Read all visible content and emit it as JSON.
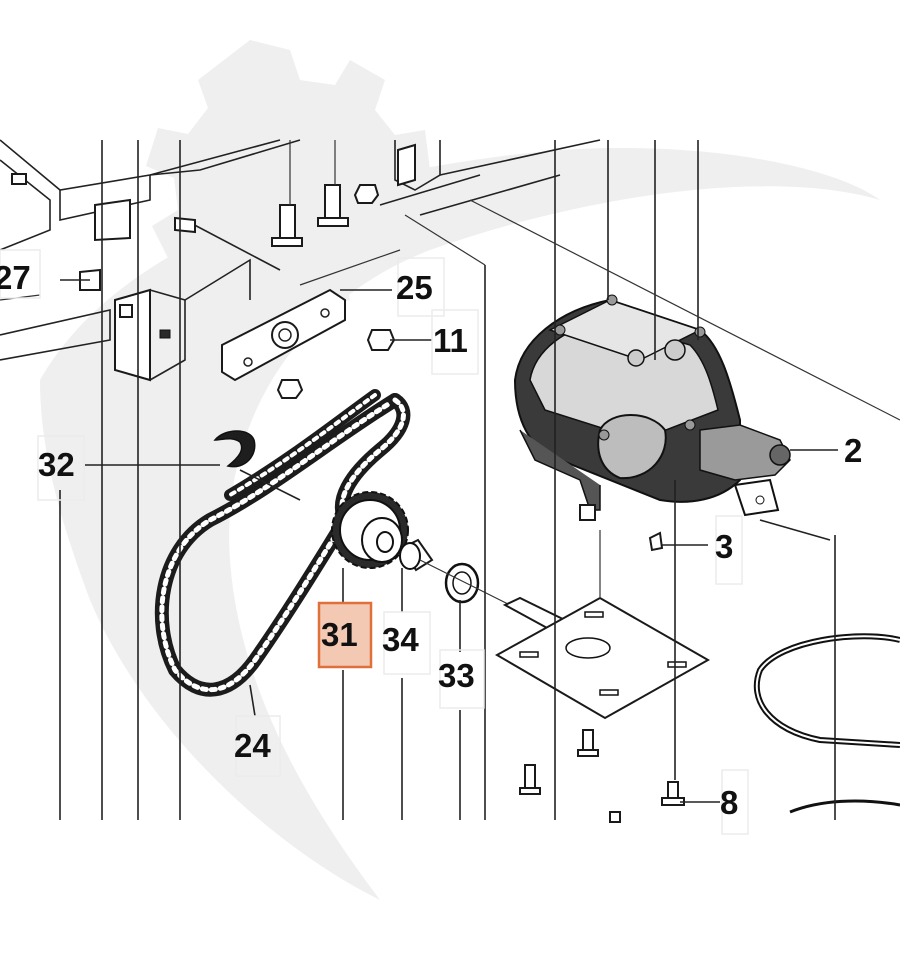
{
  "diagram": {
    "callouts": [
      {
        "id": "27",
        "label": "27"
      },
      {
        "id": "25",
        "label": "25"
      },
      {
        "id": "11",
        "label": "11"
      },
      {
        "id": "32",
        "label": "32"
      },
      {
        "id": "2",
        "label": "2"
      },
      {
        "id": "3",
        "label": "3"
      },
      {
        "id": "31",
        "label": "31",
        "highlighted": true
      },
      {
        "id": "34",
        "label": "34"
      },
      {
        "id": "33",
        "label": "33"
      },
      {
        "id": "24",
        "label": "24"
      },
      {
        "id": "8",
        "label": "8"
      }
    ],
    "highlight_color": "#f3c9b4",
    "highlight_border": "#e0703a",
    "watermark_color": "#efefef"
  }
}
